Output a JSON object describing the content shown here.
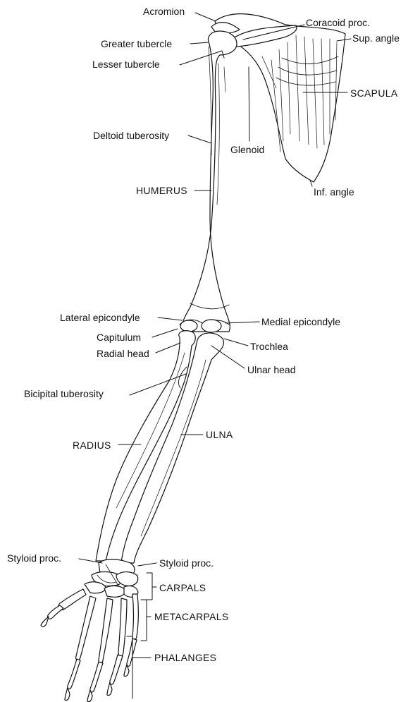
{
  "colors": {
    "ink": "#111111",
    "bone_fill": "#ffffff",
    "background": "#ffffff"
  },
  "labels": {
    "acromion": "Acromion",
    "coracoid": "Coracoid proc.",
    "greater_tubercle": "Greater tubercle",
    "sup_angle": "Sup. angle",
    "lesser_tubercle": "Lesser tubercle",
    "scapula": "SCAPULA",
    "deltoid_tuberosity": "Deltoid tuberosity",
    "glenoid": "Glenoid",
    "inf_angle": "Inf. angle",
    "humerus": "HUMERUS",
    "lateral_epicondyle": "Lateral epicondyle",
    "medial_epicondyle": "Medial epicondyle",
    "capitulum": "Capitulum",
    "trochlea": "Trochlea",
    "radial_head": "Radial head",
    "ulnar_head": "Ulnar head",
    "bicipital_tuberosity": "Bicipital tuberosity",
    "radius": "RADIUS",
    "ulna": "ULNA",
    "styloid_radial": "Styloid proc.",
    "styloid_ulnar": "Styloid proc.",
    "carpals": "CARPALS",
    "metacarpals": "METACARPALS",
    "phalanges": "PHALANGES"
  }
}
